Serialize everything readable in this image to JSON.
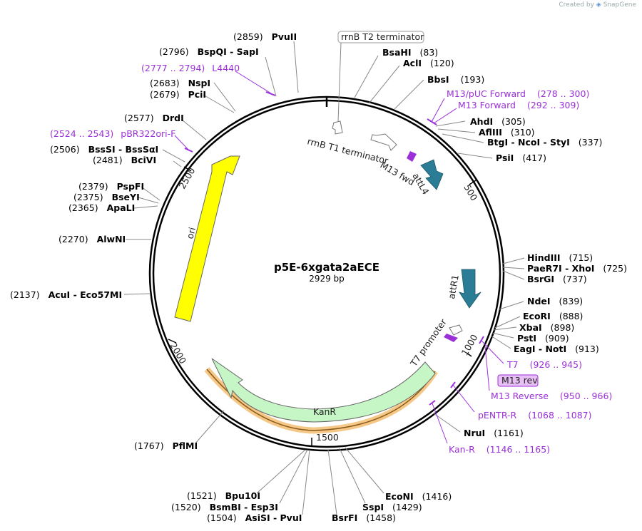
{
  "credit": {
    "created_by": "Created by",
    "brand": "SnapGene"
  },
  "plasmid": {
    "name": "p5E-6xgata2aECE",
    "size_label": "2929 bp"
  },
  "ticks": [
    "500",
    "1000",
    "1500",
    "2000",
    "2500"
  ],
  "features": {
    "rrnB_T2": "rrnB T2 terminator",
    "rrnB_T1": "rrnB T1 terminator",
    "m13fwd": "M13 fwd",
    "attL4": "attL4",
    "attR1": "attR1",
    "t7prom": "T7 promoter",
    "kanr": "KanR",
    "ori": "ori",
    "m13rev_box": "M13 rev"
  },
  "sites_right": [
    {
      "enz": "BsaHI",
      "pos": "(83)"
    },
    {
      "enz": "AclI",
      "pos": "(120)"
    },
    {
      "enz": "BbsI",
      "pos": "(193)"
    },
    {
      "enz": "AhdI",
      "pos": "(305)"
    },
    {
      "enz": "AflIII",
      "pos": "(310)"
    },
    {
      "enz": "BtgI  -  NcoI  -  StyI",
      "pos": "(337)"
    },
    {
      "enz": "PsiI",
      "pos": "(417)"
    },
    {
      "enz": "HindIII",
      "pos": "(715)"
    },
    {
      "enz": "PaeR7I  -  XhoI",
      "pos": "(725)"
    },
    {
      "enz": "BsrGI",
      "pos": "(737)"
    },
    {
      "enz": "NdeI",
      "pos": "(839)"
    },
    {
      "enz": "EcoRI",
      "pos": "(888)"
    },
    {
      "enz": "XbaI",
      "pos": "(898)"
    },
    {
      "enz": "PstI",
      "pos": "(909)"
    },
    {
      "enz": "EagI  -  NotI",
      "pos": "(913)"
    },
    {
      "enz": "NruI",
      "pos": "(1161)"
    }
  ],
  "sites_bottom": [
    {
      "enz": "EcoNI",
      "pos": "(1416)"
    },
    {
      "enz": "SspI",
      "pos": "(1429)"
    },
    {
      "enz": "BsrFI",
      "pos": "(1458)"
    },
    {
      "enz": "Bpu10I",
      "pos": "(1521)"
    },
    {
      "enz": "BsmBI  -  Esp3I",
      "pos": "(1520)"
    },
    {
      "enz": "AsiSI  -  PvuI",
      "pos": "(1504)"
    }
  ],
  "sites_left": [
    {
      "enz": "PvuII",
      "pos": "(2859)"
    },
    {
      "enz": "BspQI  -  SapI",
      "pos": "(2796)"
    },
    {
      "enz": "NspI",
      "pos": "(2683)"
    },
    {
      "enz": "PciI",
      "pos": "(2679)"
    },
    {
      "enz": "DrdI",
      "pos": "(2577)"
    },
    {
      "enz": "BssSI  -  BssSαI",
      "pos": "(2506)"
    },
    {
      "enz": "BciVI",
      "pos": "(2481)"
    },
    {
      "enz": "PspFI",
      "pos": "(2379)"
    },
    {
      "enz": "BseYI",
      "pos": "(2375)"
    },
    {
      "enz": "ApaLI",
      "pos": "(2365)"
    },
    {
      "enz": "AlwNI",
      "pos": "(2270)"
    },
    {
      "enz": "AcuI  -  Eco57MI",
      "pos": "(2137)"
    },
    {
      "enz": "PflMI",
      "pos": "(1767)"
    }
  ],
  "primers": [
    {
      "name": "M13/pUC Forward",
      "range": "(278 .. 300)"
    },
    {
      "name": "M13 Forward",
      "range": "(292 .. 309)"
    },
    {
      "name": "T7",
      "range": "(926 .. 945)"
    },
    {
      "name": "M13 Reverse",
      "range": "(950 .. 966)"
    },
    {
      "name": "pENTR-R",
      "range": "(1068 .. 1087)"
    },
    {
      "name": "Kan-R",
      "range": "(1146 .. 1165)"
    },
    {
      "name": "L4440",
      "range": "(2777 .. 2794)"
    },
    {
      "name": "pBR322ori-F",
      "range": "(2524 .. 2543)"
    }
  ],
  "colors": {
    "ori": "#ffff00",
    "kanr": "#c6f5c6",
    "att": "#2b7d95",
    "primer": "#9b30d9",
    "promoter": "#ffffff",
    "kan_halo": "#f5c27a"
  }
}
